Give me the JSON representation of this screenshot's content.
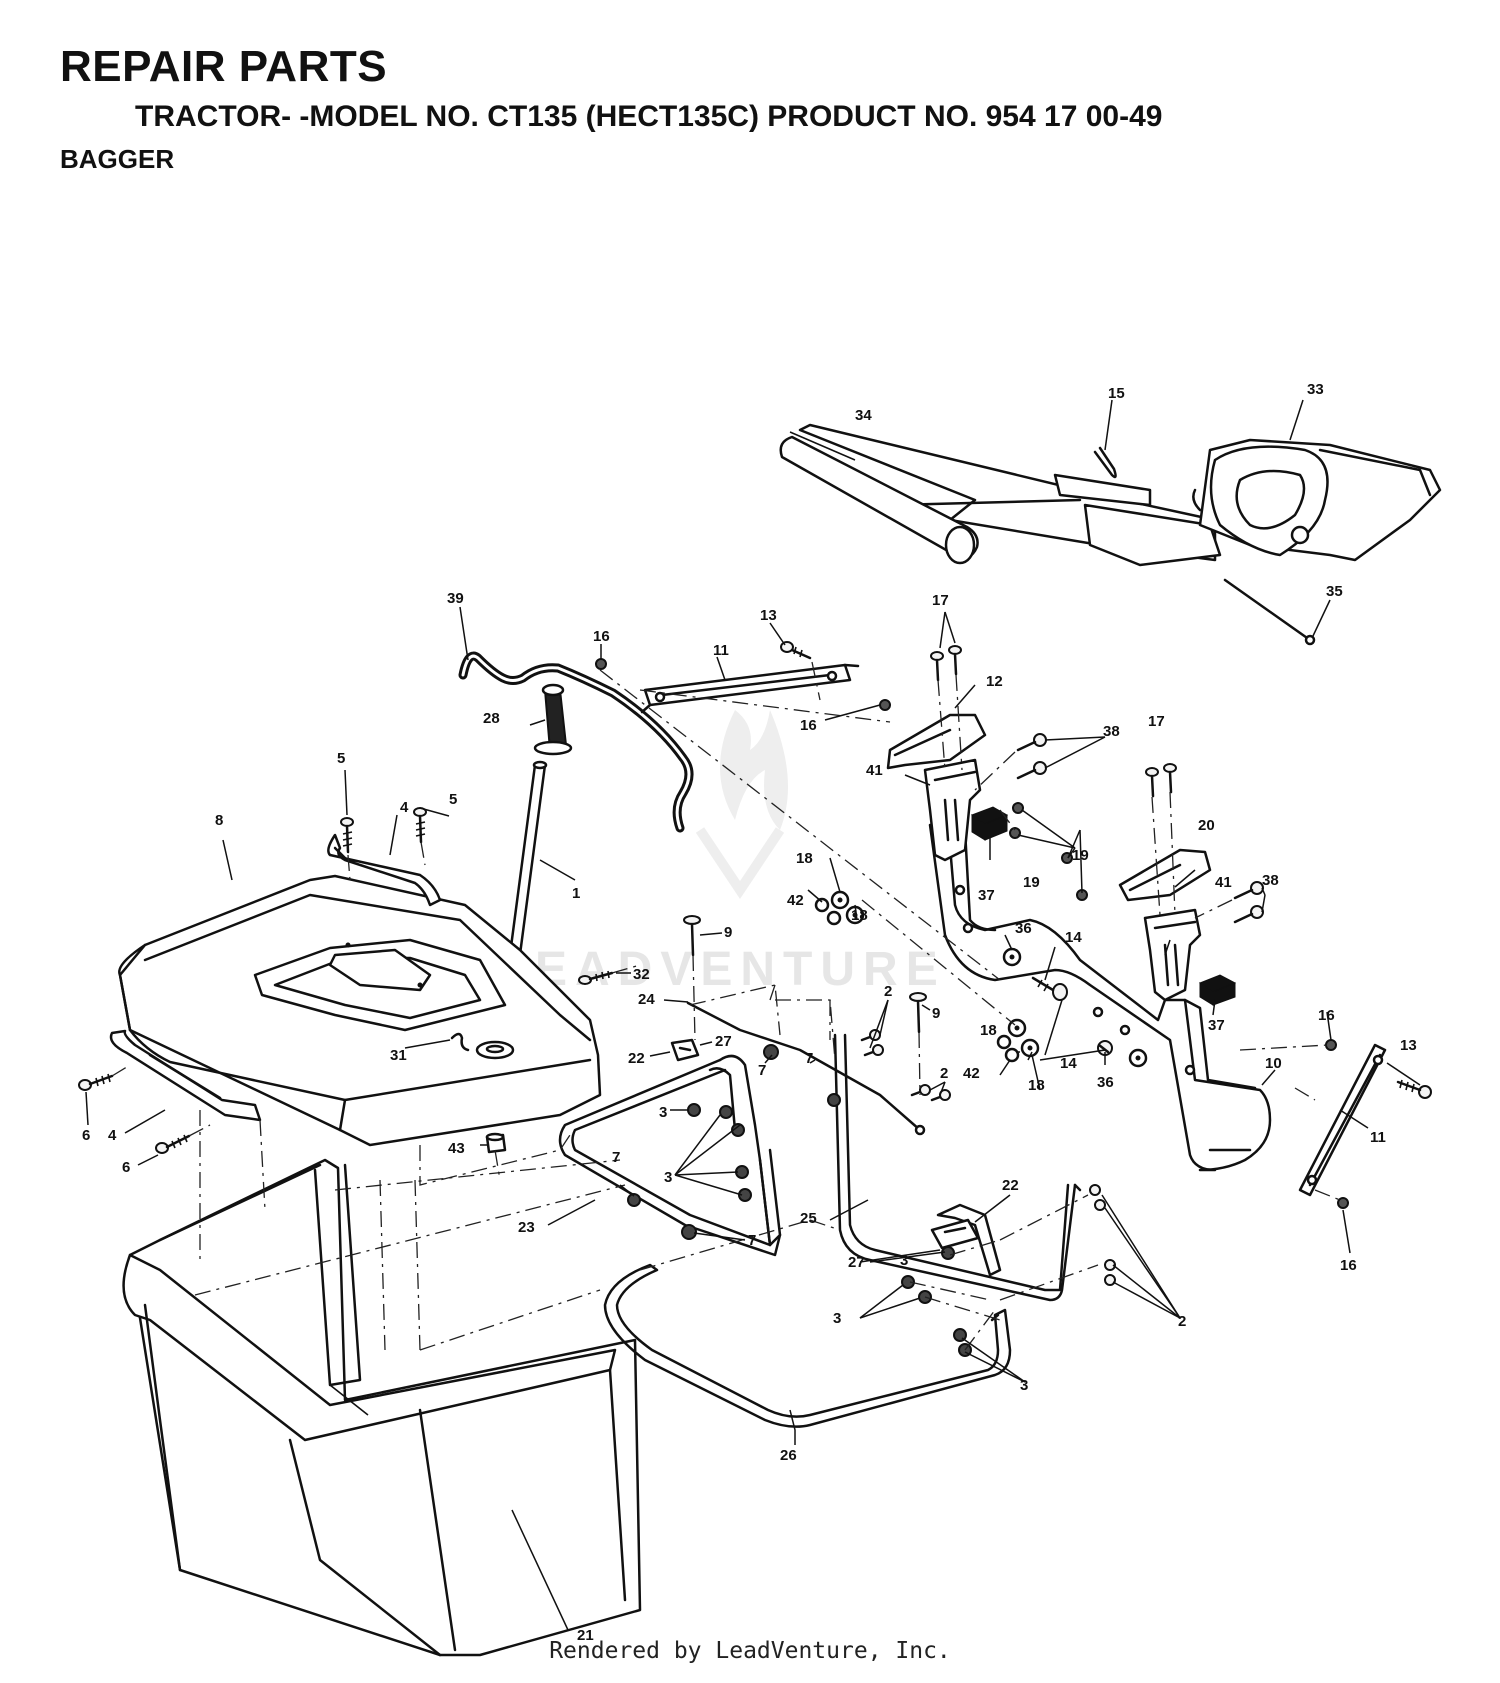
{
  "header": {
    "title": "REPAIR PARTS",
    "subtitle": "TRACTOR- -MODEL NO. CT135 (HECT135C) PRODUCT NO. 954 17 00-49",
    "section": "BAGGER"
  },
  "callouts": {
    "c1": "1",
    "c2": "2",
    "c3": "3",
    "c4": "4",
    "c5": "5",
    "c6": "6",
    "c7": "7",
    "c8": "8",
    "c9": "9",
    "c10": "10",
    "c11": "11",
    "c12": "12",
    "c13": "13",
    "c14": "14",
    "c15": "15",
    "c16": "16",
    "c17": "17",
    "c18": "18",
    "c19": "19",
    "c20": "20",
    "c21": "21",
    "c22": "22",
    "c23": "23",
    "c24": "24",
    "c25": "25",
    "c26": "26",
    "c27": "27",
    "c28": "28",
    "c31": "31",
    "c32": "32",
    "c33": "33",
    "c34": "34",
    "c35": "35",
    "c36": "36",
    "c37": "37",
    "c38": "38",
    "c39": "39",
    "c41": "41",
    "c42": "42",
    "c43": "43"
  },
  "watermark": "EADVENTURE",
  "footer": "Rendered by LeadVenture, Inc.",
  "colors": {
    "line": "#111111",
    "background": "#ffffff",
    "watermark": "#e6e6e6"
  }
}
